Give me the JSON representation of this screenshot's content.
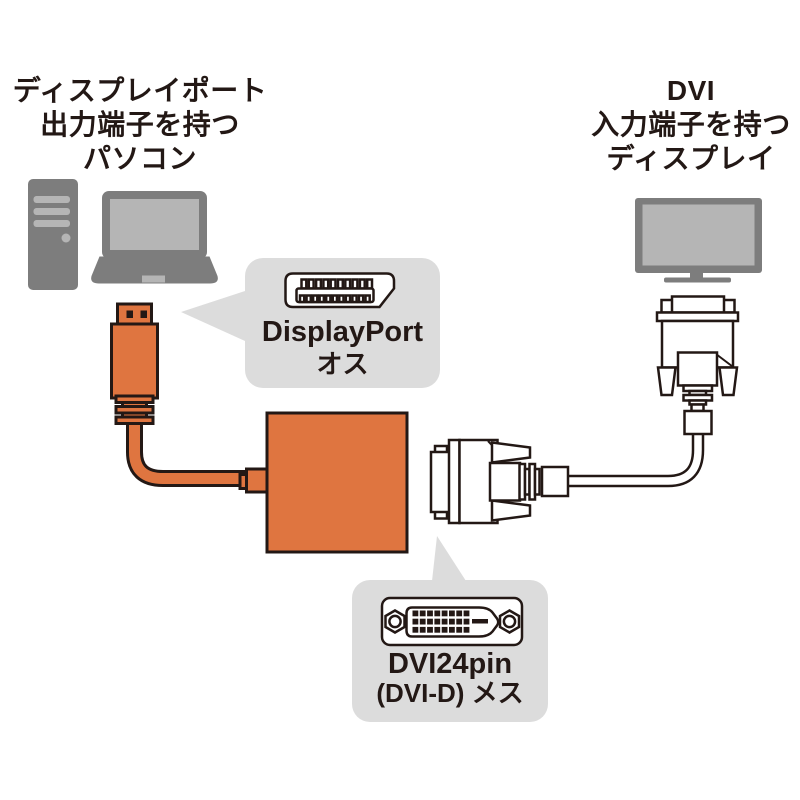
{
  "colors": {
    "background": "#ffffff",
    "accent_orange": "#df7540",
    "device_gray": "#7d7d7d",
    "device_light_gray": "#b5b5b5",
    "bubble_gray": "#dcdcdc",
    "outline_black": "#231815",
    "connector_white": "#ffffff",
    "text_black": "#231815"
  },
  "annotations": {
    "source_device": {
      "line1": "ディスプレイポート",
      "line2": "出力端子を持つ",
      "line3": "パソコン"
    },
    "display_device": {
      "line1": "DVI",
      "line2": "入力端子を持つ",
      "line3": "ディスプレイ"
    },
    "displayport_callout": {
      "line1": "DisplayPort",
      "line2": "オス"
    },
    "dvi_callout": {
      "line1": "DVI24pin",
      "line2": "(DVI-D) メス"
    }
  },
  "icons": [
    "desktop-pc-icon",
    "laptop-icon",
    "displayport-cable-plug-icon",
    "displayport-to-dvi-adapter-icon",
    "monitor-icon",
    "dvi-cable-plug-monitor-icon",
    "dvi-cable-plug-adapter-icon",
    "displayport-connector-face-icon",
    "dvi-24pin-connector-face-icon",
    "speech-bubble-displayport",
    "speech-bubble-dvi"
  ]
}
